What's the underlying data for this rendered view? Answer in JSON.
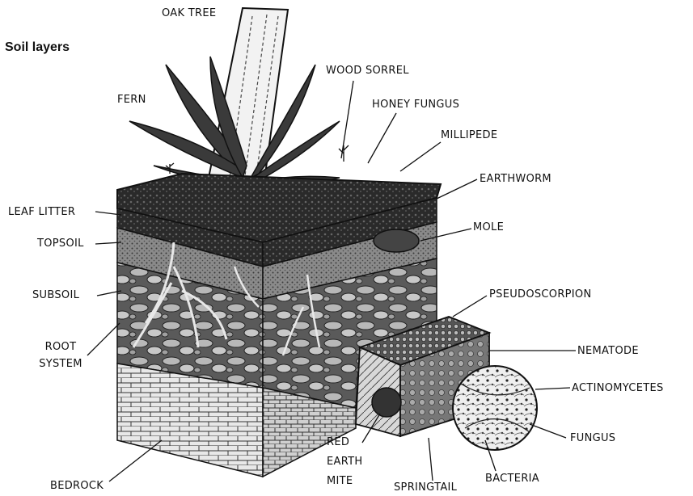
{
  "title": "Soil layers",
  "labels": {
    "oak_tree": "OAK TREE",
    "fern": "FERN",
    "wood_sorrel": "WOOD SORREL",
    "honey_fungus": "HONEY FUNGUS",
    "millipede": "MILLIPEDE",
    "earthworm": "EARTHWORM",
    "leaf_litter": "LEAF LITTER",
    "topsoil": "TOPSOIL",
    "mole": "MOLE",
    "subsoil": "SUBSOIL",
    "pseudoscorpion": "PSEUDOSCORPION",
    "root": "ROOT",
    "system": "SYSTEM",
    "nematode": "NEMATODE",
    "actinomycetes": "ACTINOMYCETES",
    "fungus": "FUNGUS",
    "red": "RED",
    "earth": "EARTH",
    "mite": "MITE",
    "bedrock": "BEDROCK",
    "springtail": "SPRINGTAIL",
    "bacteria": "BACTERIA"
  }
}
